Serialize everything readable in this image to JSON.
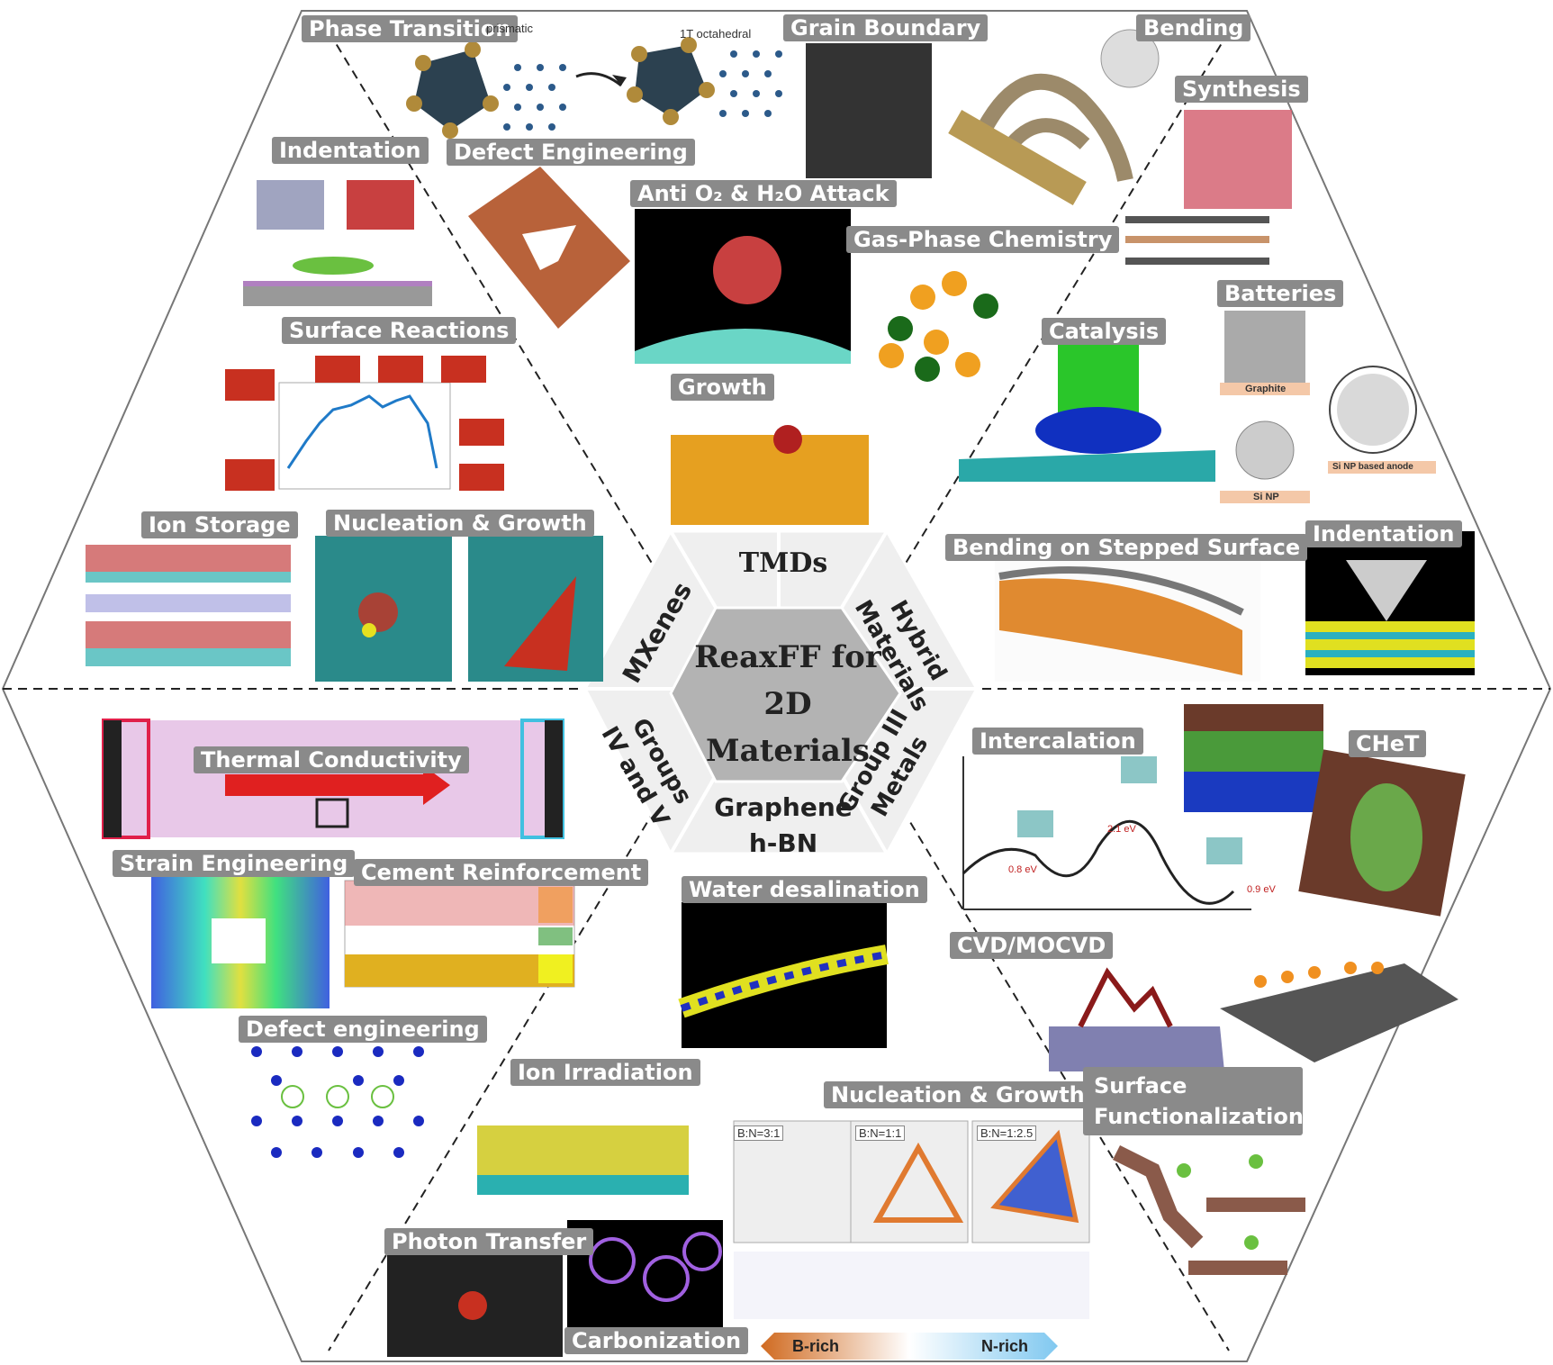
{
  "center": {
    "title_line1": "ReaxFF for",
    "title_line2": "2D",
    "title_line3": "Materials"
  },
  "segments": {
    "tmds": "TMDs",
    "hybrid": "Hybrid Materials",
    "group3": "Group III Metals",
    "graphene": "Graphene",
    "hbn": "h-BN",
    "groups45": "Groups IV and V",
    "mxenes": "MXenes"
  },
  "labels": {
    "phase_transition": "Phase Transition",
    "grain_boundary": "Grain Boundary",
    "bending": "Bending",
    "synthesis": "Synthesis",
    "indentation_tl": "Indentation",
    "defect_engineering_top": "Defect Engineering",
    "anti_attack": "Anti O₂ & H₂O Attack",
    "gas_phase": "Gas-Phase Chemistry",
    "batteries": "Batteries",
    "surface_reactions": "Surface Reactions",
    "catalysis": "Catalysis",
    "growth": "Growth",
    "ion_storage": "Ion Storage",
    "nucleation_growth_top": "Nucleation & Growth",
    "bending_stepped": "Bending on Stepped Surface",
    "indentation_r": "Indentation",
    "thermal_conductivity": "Thermal Conductivity",
    "intercalation": "Intercalation",
    "chet": "CHeT",
    "strain_engineering": "Strain Engineering",
    "cement_reinforcement": "Cement Reinforcement",
    "water_desalination": "Water desalination",
    "cvd": "CVD/MOCVD",
    "defect_engineering_bottom": "Defect engineering",
    "ion_irradiation": "Ion Irradiation",
    "nucleation_growth_bottom": "Nucleation & Growth",
    "surface_func_1": "Surface",
    "surface_func_2": "Functionalization",
    "photon_transfer": "Photon Transfer",
    "carbonization": "Carbonization"
  },
  "small_text": {
    "prismatic": "prismatic",
    "octahedral": "1T octahedral",
    "graphite": "Graphite",
    "si_np": "Si NP",
    "si_anode": "Si NP based anode",
    "bn1": "B:N=3:1",
    "bn2": "B:N=1:1",
    "bn3": "B:N=1:2.5",
    "b_rich": "B-rich",
    "n_rich": "N-rich",
    "e1": "2.1 eV",
    "e2": "0.8 eV",
    "e3": "0.9 eV"
  },
  "colors": {
    "label_bg": "#8a8a8a",
    "center_hex": "#b3b3b3",
    "ring_hex": "#efefef"
  }
}
